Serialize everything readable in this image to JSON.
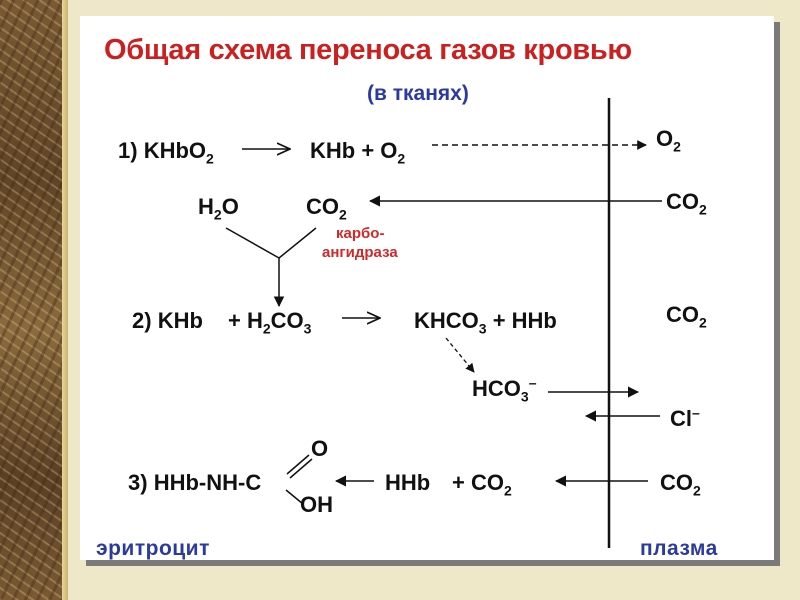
{
  "slide": {
    "title": "Общая схема переноса газов кровью",
    "subtitle": "(в тканях)",
    "colors": {
      "title": "#cc1f1f",
      "subtitle": "#2b3aa0",
      "enzyme": "#d22828",
      "text": "#111111"
    }
  },
  "reaction1": {
    "num": "1)",
    "reactant": {
      "base": "KHbO",
      "sub": "2"
    },
    "products": {
      "base": "KHb + O",
      "sub": "2"
    },
    "plasma_o2": {
      "base": "O",
      "sub": "2"
    }
  },
  "co2_path": {
    "h2o": {
      "pre": "H",
      "sub": "2",
      "post": "O"
    },
    "co2": {
      "base": "CO",
      "sub": "2"
    },
    "plasma_co2": {
      "base": "CO",
      "sub": "2"
    },
    "enzyme_line1": "карбо-",
    "enzyme_line2": "ангидраза"
  },
  "reaction2": {
    "num": "2)",
    "left_a": "KHb",
    "left_b": {
      "pre": "+ H",
      "sub1": "2",
      "mid": "CO",
      "sub2": "3"
    },
    "right": {
      "pre": "KHCO",
      "sub": "3",
      "post": " + HHb"
    },
    "plasma_co2": {
      "base": "CO",
      "sub": "2"
    }
  },
  "exchange": {
    "hco3": {
      "base": "HCO",
      "sub": "3",
      "sup": "–"
    },
    "cl": {
      "base": "Cl",
      "sup": "–"
    }
  },
  "reaction3": {
    "num": "3)",
    "carbamino": "HHb-NH-C",
    "o_label": "O",
    "oh_label": "OH",
    "hhb": "HHb",
    "plus_co2": {
      "base": "+ CO",
      "sub": "2"
    },
    "plasma_co2": {
      "base": "CO",
      "sub": "2"
    }
  },
  "labels": {
    "erythrocyte": "эритроцит",
    "plasma": "плазма"
  }
}
